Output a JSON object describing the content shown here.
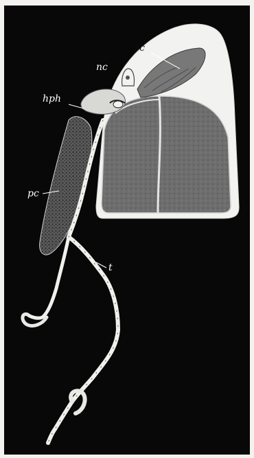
{
  "figure": {
    "labels": {
      "sc": "sc",
      "nc": "nc",
      "hph": "hph",
      "pc": "pc",
      "t": "t"
    }
  },
  "colors": {
    "background": "#080808",
    "border": "#f4f2ee",
    "body_light": "#f2f2f0",
    "body_dark": "#6e6e6e",
    "label": "#ffffff"
  }
}
